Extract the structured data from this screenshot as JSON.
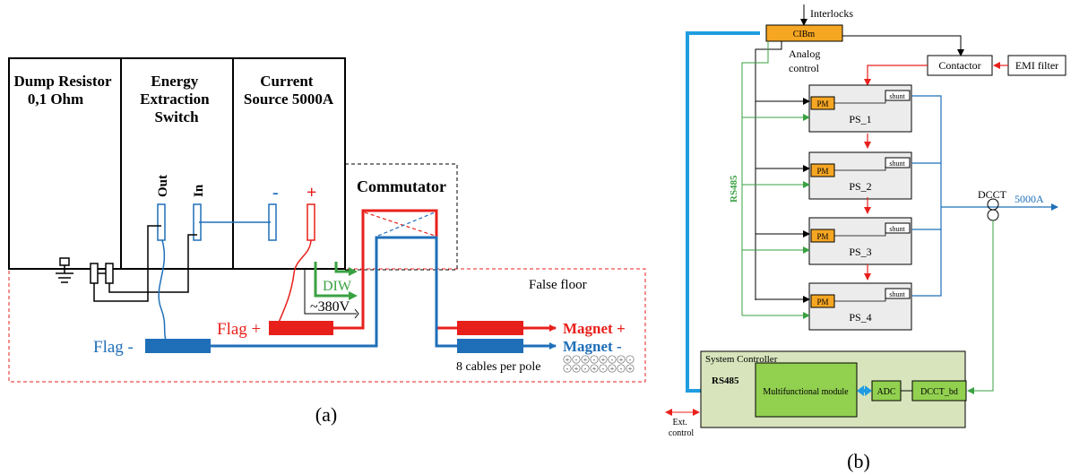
{
  "panel_a": {
    "caption": "(a)",
    "rack": {
      "dump_resistor": [
        "Dump Resistor",
        "0,1 Ohm"
      ],
      "energy_extraction": [
        "Energy",
        "Extraction",
        "Switch"
      ],
      "current_source": [
        "Current",
        "Source 5000A"
      ]
    },
    "terminals": {
      "out": "Out",
      "in": "In",
      "minus": "-",
      "plus": "+"
    },
    "commutator": "Commutator",
    "false_floor": "False floor",
    "diw": "DIW",
    "voltage": "~380V",
    "flag_plus": "Flag +",
    "flag_minus": "Flag -",
    "magnet_plus": "Magnet +",
    "magnet_minus": "Magnet -",
    "cables_note": "8 cables per pole",
    "cable_signs_row1": "+-+-+-+-",
    "cable_signs_row2": "-+-+-+-+"
  },
  "panel_b": {
    "caption": "(b)",
    "interlocks": "Interlocks",
    "cibm": "CIBm",
    "analog_control": [
      "Analog",
      "control"
    ],
    "contactor": "Contactor",
    "emi_filter": "EMI filter",
    "rs485_vertical": "RS485",
    "rs485_controller": "RS485",
    "dcct": "DCCT",
    "output_current": "5000A",
    "power_supplies": [
      {
        "name": "PS_1",
        "pm": "PM",
        "shunt": "shunt"
      },
      {
        "name": "PS_2",
        "pm": "PM",
        "shunt": "shunt"
      },
      {
        "name": "PS_3",
        "pm": "PM",
        "shunt": "shunt"
      },
      {
        "name": "PS_4",
        "pm": "PM",
        "shunt": "shunt"
      }
    ],
    "system_controller": "System Controller",
    "multifunctional_module": "Multifunctional module",
    "adc": "ADC",
    "dcct_bd": "DCCT_bd",
    "ext_control": [
      "Ext.",
      "control"
    ]
  },
  "colors": {
    "red": "#e8201c",
    "blue": "#1f6fb8",
    "green": "#3aa142",
    "orange": "#f5a623",
    "light_green": "#92d050",
    "controller_bg": "#d8e4bc"
  }
}
